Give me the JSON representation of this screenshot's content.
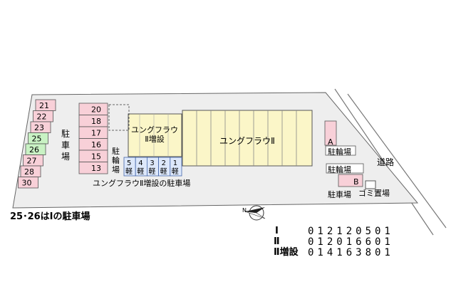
{
  "colors": {
    "lot": "#eeeeee",
    "building": "#fbf6c8",
    "parking_pink": "#f8d0d8",
    "parking_green": "#c9f2c4",
    "kei_blue": "#dde8fb",
    "outline": "#555555"
  },
  "map": {
    "parking_left": [
      {
        "label": "21",
        "highlight": false
      },
      {
        "label": "22",
        "highlight": false
      },
      {
        "label": "23",
        "highlight": false
      },
      {
        "label": "25",
        "highlight": true
      },
      {
        "label": "26",
        "highlight": true
      },
      {
        "label": "27",
        "highlight": false
      },
      {
        "label": "28",
        "highlight": false
      },
      {
        "label": "30",
        "highlight": false
      }
    ],
    "parking_mid": [
      "20",
      "18",
      "17",
      "16",
      "15",
      "13"
    ],
    "parking_left_label": "駐\n車\n場",
    "bike_parking_mid": "駐\n輪\n場",
    "kei_spots": [
      {
        "num": "5",
        "kind": "軽"
      },
      {
        "num": "4",
        "kind": "軽"
      },
      {
        "num": "3",
        "kind": "軽"
      },
      {
        "num": "2",
        "kind": "軽"
      },
      {
        "num": "1",
        "kind": "軽"
      }
    ],
    "annex_building": "ユングフラウ\nⅡ増設",
    "main_building": "ユングフラウⅡ",
    "annex_parking_caption": "ユングフラウⅡ増設の駐車場",
    "spot_a": "A",
    "spot_b": "B",
    "bike_parking_1": "駐輪場",
    "bike_parking_2": "駐輪場",
    "parking_right": "駐車場",
    "garbage": "ゴミ置場",
    "road": "道路",
    "north_mark": "N"
  },
  "notes": {
    "assignment": "25･26はⅠの駐車場"
  },
  "codes": [
    {
      "label": "Ⅰ",
      "value": "012120501"
    },
    {
      "label": "Ⅱ",
      "value": "012016601"
    },
    {
      "label": "Ⅱ増設",
      "value": "014163801"
    }
  ]
}
